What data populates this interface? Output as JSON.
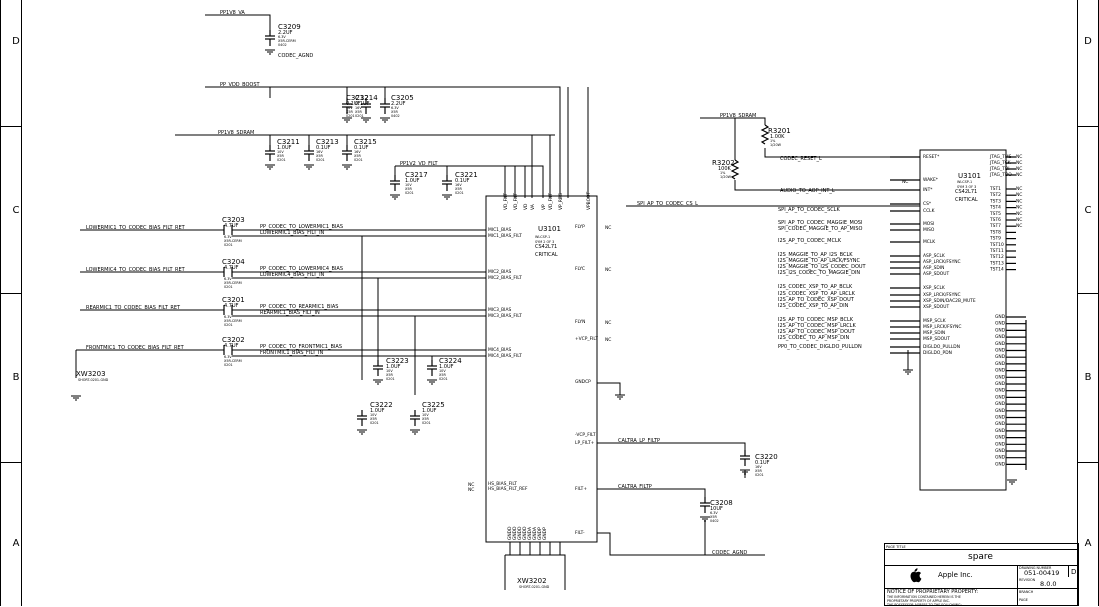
{
  "zone_letters": [
    "D",
    "C",
    "B",
    "A"
  ],
  "power_rails": {
    "pp1v8_va": "PP1V8_VA",
    "pp_vdd_boost": "PP_VDD_BOOST",
    "pp1v8_sdram": "PP1V8_SDRAM",
    "pp1v2_vd_filt": "PP1V2_VD_FILT",
    "codec_agnd": "CODEC_AGND"
  },
  "decoupling_caps": [
    {
      "ref": "C3209",
      "value": "2.2UF",
      "rating": "6.3V",
      "pkg": "X5R-CERM",
      "size": "0402"
    },
    {
      "ref": "C3212",
      "value": "0.1UF",
      "rating": "16V",
      "pkg": "X5R",
      "size": "0201"
    },
    {
      "ref": "C3214",
      "value": "0.1UF",
      "rating": "16V",
      "pkg": "X5R",
      "size": "0201"
    },
    {
      "ref": "C3205",
      "value": "2.2UF",
      "rating": "6.3V",
      "pkg": "X5R",
      "size": "0402"
    },
    {
      "ref": "C3211",
      "value": "1.0UF",
      "rating": "10V",
      "pkg": "X5R",
      "size": "0201"
    },
    {
      "ref": "C3213",
      "value": "0.1UF",
      "rating": "16V",
      "pkg": "X5R",
      "size": "0201"
    },
    {
      "ref": "C3215",
      "value": "0.1UF",
      "rating": "16V",
      "pkg": "X5R",
      "size": "0201"
    },
    {
      "ref": "C3217",
      "value": "1.0UF",
      "rating": "10V",
      "pkg": "X5R",
      "size": "0201"
    },
    {
      "ref": "C3221",
      "value": "0.1UF",
      "rating": "16V",
      "pkg": "X5R",
      "size": "0201"
    },
    {
      "ref": "C3223",
      "value": "1.0UF",
      "rating": "10V",
      "pkg": "X5R",
      "size": "0201"
    },
    {
      "ref": "C3224",
      "value": "1.0UF",
      "rating": "10V",
      "pkg": "X5R",
      "size": "0201"
    },
    {
      "ref": "C3222",
      "value": "1.0UF",
      "rating": "10V",
      "pkg": "X5R",
      "size": "0201"
    },
    {
      "ref": "C3225",
      "value": "1.0UF",
      "rating": "10V",
      "pkg": "X5R",
      "size": "0201"
    },
    {
      "ref": "C3220",
      "value": "0.1UF",
      "rating": "16V",
      "pkg": "X5R",
      "size": "0201"
    },
    {
      "ref": "C3208",
      "value": "10UF",
      "rating": "6.3V",
      "pkg": "X5R",
      "size": "0402"
    }
  ],
  "mic_caps": [
    {
      "ref": "C3203",
      "value": "4.7UF",
      "net_in": "LOWERMIC1_TO_CODEC_BIAS_FILT_RET",
      "net_a": "PP_CODEC_TO_LOWERMIC1_BIAS",
      "net_b": "LOWERMIC1_BIAS_FILT_IN",
      "pin_a": "MIC1_BIAS",
      "pin_b": "MIC1_BIAS_FILT"
    },
    {
      "ref": "C3204",
      "value": "4.7UF",
      "net_in": "LOWERMIC4_TO_CODEC_BIAS_FILT_RET",
      "net_a": "PP_CODEC_TO_LOWERMIC4_BIAS",
      "net_b": "LOWERMIC4_BIAS_FILT_IN",
      "pin_a": "MIC2_BIAS",
      "pin_b": "MIC2_BIAS_FILT"
    },
    {
      "ref": "C3201",
      "value": "4.7UF",
      "net_in": "REARMIC1_TO_CODEC_BIAS_FILT_RET",
      "net_a": "PP_CODEC_TO_REARMIC1_BIAS",
      "net_b": "REARMIC1_BIAS_FILT_IN",
      "pin_a": "MIC3_BIAS",
      "pin_b": "MIC3_BIAS_FILT"
    },
    {
      "ref": "C3202",
      "value": "4.7UF",
      "net_in": "FRONTMIC1_TO_CODEC_BIAS_FILT_RET",
      "net_a": "PP_CODEC_TO_FRONTMIC1_BIAS",
      "net_b": "FRONTMIC1_BIAS_FILT_IN",
      "pin_a": "MIC4_BIAS",
      "pin_b": "MIC4_BIAS_FILT"
    }
  ],
  "u3101_left": {
    "ref": "U3101",
    "part": "WLCSP-1",
    "sym": "SYM 2 OF 3",
    "name": "CS42L71",
    "critical": "CRITICAL",
    "top_pins": [
      "VD_FILT",
      "VD_FILT",
      "VD",
      "VA",
      "VP",
      "VD_FILT",
      "VP_REG",
      "VPBOOT"
    ],
    "right_pins": [
      "FLYP",
      "FLYC",
      "FLYN",
      "+VCP_FILT",
      "GNDCP",
      "-VCP_FILT",
      "LP_FILT+",
      "FILT+",
      "FILT-"
    ],
    "left_extra_pins": [
      "HS_BIAS_FILT",
      "HS_BIAS_FILT_REF"
    ],
    "bottom_pins": [
      "GNDD",
      "GNDD",
      "GNDD",
      "GNDD",
      "GNDA",
      "GNDA",
      "GNDP",
      "GNDP"
    ],
    "nc": "NC"
  },
  "filter_nets": {
    "lp": "CALTRA_LP_FILTP",
    "filt": "CALTRA_FILTP",
    "agnd": "CODEC_AGND"
  },
  "xw3203": {
    "ref": "XW3203",
    "desc": "SHORT-0201-GND"
  },
  "xw3202": {
    "ref": "XW3202",
    "desc": "SHORT-0201-GND"
  },
  "r3201": {
    "ref": "R3201",
    "value": "1.00K",
    "tol": "1%",
    "pwr": "1/20W",
    "pkg": "MF",
    "size": "01005"
  },
  "r3202": {
    "ref": "R3202",
    "value": "100K",
    "tol": "1%",
    "pwr": "1/20W",
    "pkg": "MF",
    "size": "01005"
  },
  "reset_net": "CODEC_RESET_L",
  "int_net": "AUDIO_TO_AOP_INT_L",
  "spi_cs_net": "SPI_AP_TO_CODEC_CS_L",
  "u3101_right": {
    "ref": "U3101",
    "part": "WLCSP-1",
    "sym": "SYM 3 OF 3",
    "name": "CS42L71",
    "critical": "CRITICAL",
    "left_pins": [
      "RESET*",
      "WAKE*",
      "INT*",
      "CS*",
      "CCLK",
      "MOSI",
      "MISO",
      "MCLK",
      "ASP_SCLK",
      "ASP_LRCK/FSYNC",
      "ASP_SDIN",
      "ASP_SDOUT",
      "XSP_SCLK",
      "XSP_LRCK/FSYNC",
      "XSP_SDIN/DAC2B_MUTE",
      "XSP_SDOUT",
      "MSP_SCLK",
      "MSP_LRCK/FSYNC",
      "MSP_SDIN",
      "MSP_SDOUT",
      "DIGLDO_PULLDN",
      "DIGLDO_PDN"
    ],
    "right_pins": [
      "JTAG_TMS",
      "JTAG_TCK",
      "JTAG_TDI",
      "JTAG_TDO",
      "TST1",
      "TST2",
      "TST3",
      "TST4",
      "TST5",
      "TST6",
      "TST7",
      "TST8",
      "TST9",
      "TST10",
      "TST11",
      "TST12",
      "TST13",
      "TST14"
    ],
    "gnd_pins": [
      "GND",
      "GND",
      "GND",
      "GND",
      "GND",
      "GND",
      "GND",
      "GND",
      "GND",
      "GND",
      "GND",
      "GND",
      "GND",
      "GND",
      "GND",
      "GND",
      "GND",
      "GND",
      "GND",
      "GND",
      "GND",
      "GND",
      "GND"
    ],
    "nc": "NC"
  },
  "digital_nets": [
    "SPI_AP_TO_CODEC_SCLK",
    "SPI_AP_TO_CODEC_MAGGIE_MOSI",
    "SPI_CODEC_MAGGIE_TO_AP_MISO",
    "I2S_AP_TO_CODEC_MCLK",
    "I2S_MAGGIE_TO_AP_I2S_BCLK",
    "I2S_MAGGIE_TO_AP_LRCK/FSYNC",
    "I2S_MAGGIE_TO_I2S_CODEC_DOUT",
    "I2S_I2S_CODEC_TO_MAGGIE_DIN",
    "I2S_CODEC_XSP_TO_AP_BCLK",
    "I2S_CODEC_XSP_TO_AP_LRCLK",
    "I2S_AP_TO_CODEC_XSP_DOUT",
    "I2S_CODEC_XSP_TO_AP_DIN",
    "I2S_AP_TO_CODEC_MSP_BCLK",
    "I2S_AP_TO_CODEC_MSP_LRCLK",
    "I2S_AP_TO_CODEC_MSP_DOUT",
    "I2S_CODEC_TO_AP_MSP_DIN",
    "PP0_TO_CODEC_DIGLDO_PULLDN"
  ],
  "title_block": {
    "page_title_label": "PAGE TITLE",
    "page_title": "spare",
    "company": "Apple Inc.",
    "dwg_label": "DRAWING NUMBER",
    "dwg_number": "051-00419",
    "size": "D",
    "rev_label": "REVISION",
    "revision": "8.0.0",
    "notice": "NOTICE OF PROPRIETARY PROPERTY:",
    "notice_line1": "THE INFORMATION CONTAINED HEREIN IS THE",
    "notice_line2": "PROPRIETARY PROPERTY OF APPLE INC.",
    "notice_line3": "THE POSSESSOR AGREES TO THE FOLLOWING:",
    "br_label": "BRANCH",
    "page_label": "PAGE"
  }
}
